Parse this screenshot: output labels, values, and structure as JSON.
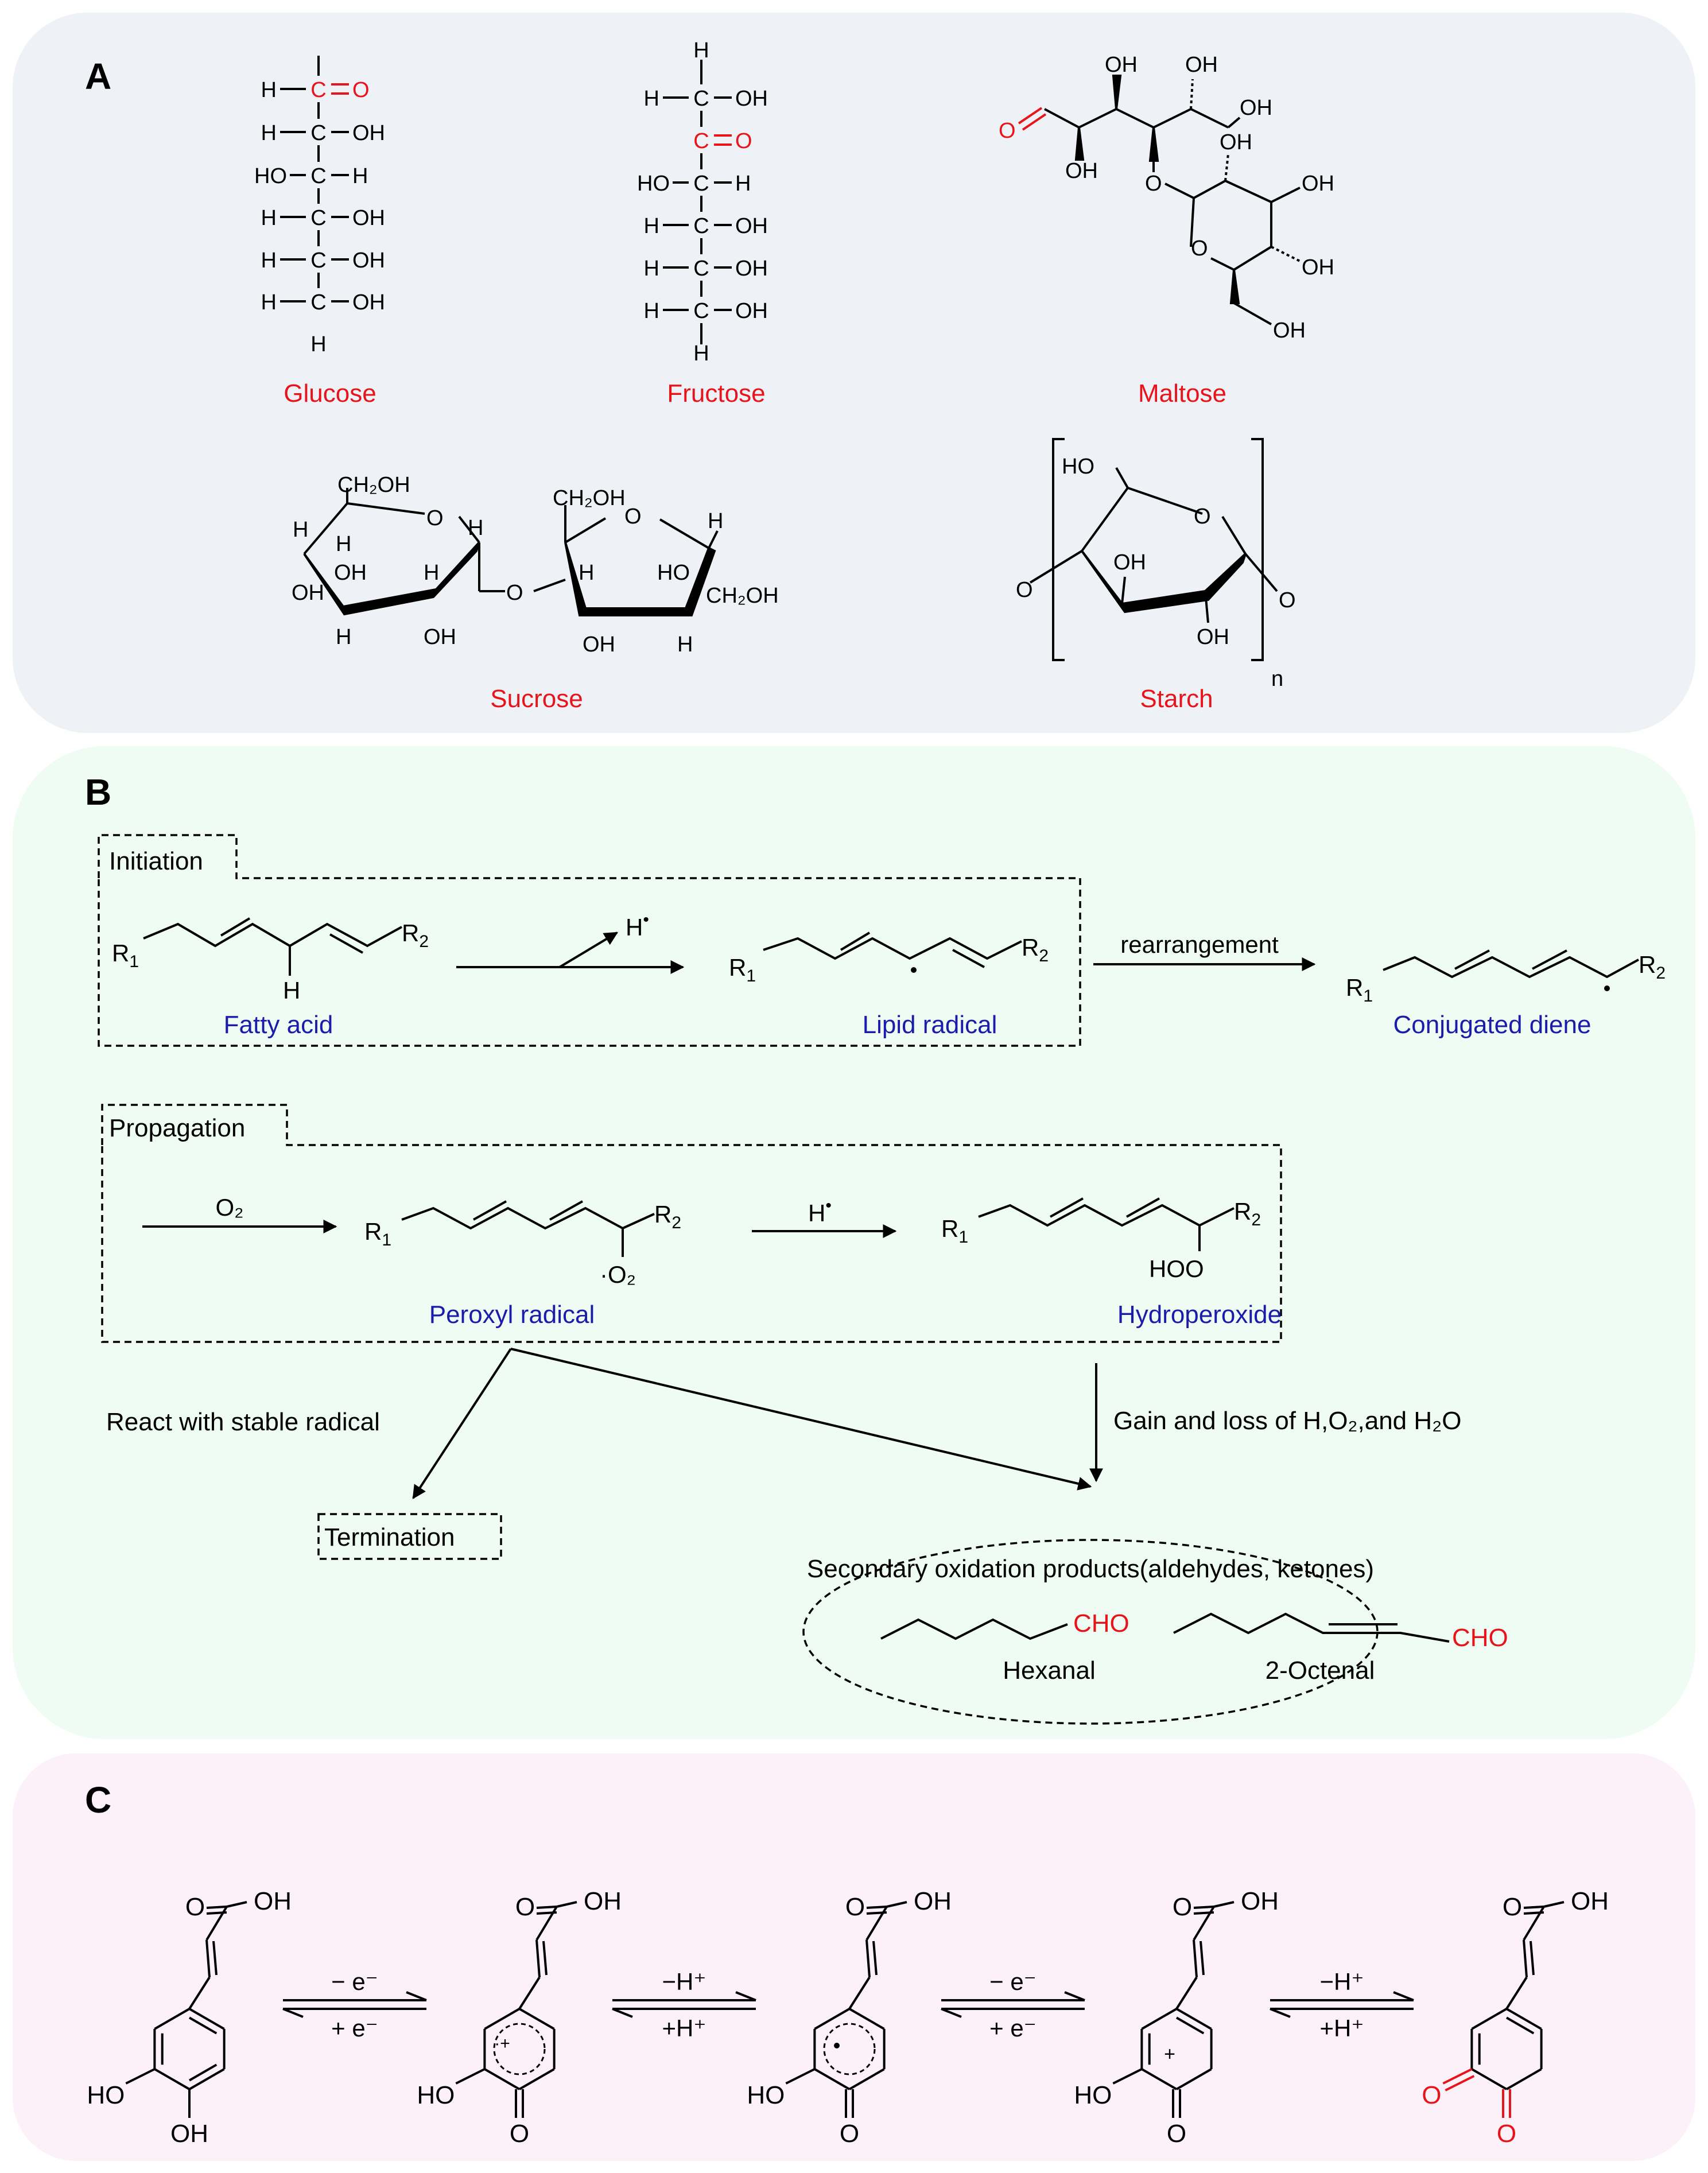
{
  "panel_a": {
    "letter": "A",
    "glucose": {
      "name": "Glucose",
      "rows": [
        {
          "left": "H",
          "right": "O"
        },
        {
          "left": "H",
          "right": "OH"
        },
        {
          "left": "HO",
          "right": "H"
        },
        {
          "left": "H",
          "right": "OH"
        },
        {
          "left": "H",
          "right": "OH"
        },
        {
          "left": "H",
          "right": "OH"
        }
      ],
      "bottom": "H",
      "carbon": "C"
    },
    "fructose": {
      "name": "Fructose",
      "top": "H",
      "rows": [
        {
          "left": "H",
          "right": "OH"
        },
        {
          "left": "",
          "right": "O"
        },
        {
          "left": "HO",
          "right": "H"
        },
        {
          "left": "H",
          "right": "OH"
        },
        {
          "left": "H",
          "right": "OH"
        },
        {
          "left": "H",
          "right": "OH"
        }
      ],
      "bottom": "H",
      "carbon": "C"
    },
    "maltose": {
      "name": "Maltose",
      "aldehyde_o": "O",
      "labels": {
        "oh1": "OH",
        "oh2": "OH",
        "oh3": "OH",
        "oh4": "OH",
        "o_link": "O",
        "oh5": "OH",
        "o_ring": "O",
        "oh6": "OH",
        "oh7": "OH",
        "oh8": "OH"
      }
    },
    "sucrose": {
      "name": "Sucrose",
      "labels": {
        "ch2oh1": "CH₂OH",
        "o_ring1": "O",
        "h1": "H",
        "h2": "H",
        "oh1": "OH",
        "h3": "H",
        "oh2": "OH",
        "h4": "H",
        "oh3": "OH",
        "h5": "H",
        "o_link": "O",
        "ch2oh2": "CH₂OH",
        "o_ring2": "O",
        "h6": "H",
        "h7": "H",
        "ho1": "HO",
        "ch2oh3": "CH₂OH",
        "oh4": "OH",
        "h8": "H"
      }
    },
    "starch": {
      "name": "Starch",
      "repeat": "n",
      "labels": {
        "ho": "HO",
        "o_ring": "O",
        "o_left": "O",
        "oh1": "OH",
        "o_right": "O",
        "oh2": "OH"
      }
    }
  },
  "panel_b": {
    "letter": "B",
    "initiation_label": "Initiation",
    "propagation_label": "Propagation",
    "termination_label": "Termination",
    "fatty_acid": "Fatty acid",
    "lipid_radical": "Lipid radical",
    "conjugated_diene": "Conjugated diene",
    "rearrangement": "rearrangement",
    "h_radical": "H",
    "h_below": "H",
    "r1": "R",
    "r2": "R",
    "sub1": "1",
    "sub2": "2",
    "o2_label": "O₂",
    "peroxyl_o2": "·O₂",
    "hoo": "HOO",
    "peroxyl_radical": "Peroxyl radical",
    "hydroperoxide": "Hydroperoxide",
    "react_with_stable": "React with stable radical",
    "gain_and_loss": "Gain and loss of H,O₂,and H₂O",
    "secondary_title": "Secondary oxidation products(aldehydes, ketones)",
    "cho": "CHO",
    "hexanal": "Hexanal",
    "octenal": "2-Octenal"
  },
  "panel_c": {
    "letter": "C",
    "o": "O",
    "oh": "OH",
    "ho": "HO",
    "plus": "+",
    "dot_plus": "·+",
    "arrows": [
      {
        "top": "− e⁻",
        "bottom": "+ e⁻"
      },
      {
        "top": "−H⁺",
        "bottom": "+H⁺"
      },
      {
        "top": "− e⁻",
        "bottom": "+ e⁻"
      },
      {
        "top": "−H⁺",
        "bottom": "+H⁺"
      }
    ]
  },
  "colors": {
    "panel_a_bg": "#eef1f5",
    "panel_b_bg": "#eefcf3",
    "panel_c_bg": "#fcf1f8",
    "red": "#e8141b",
    "blue": "#1c1caa",
    "black": "#000000"
  }
}
